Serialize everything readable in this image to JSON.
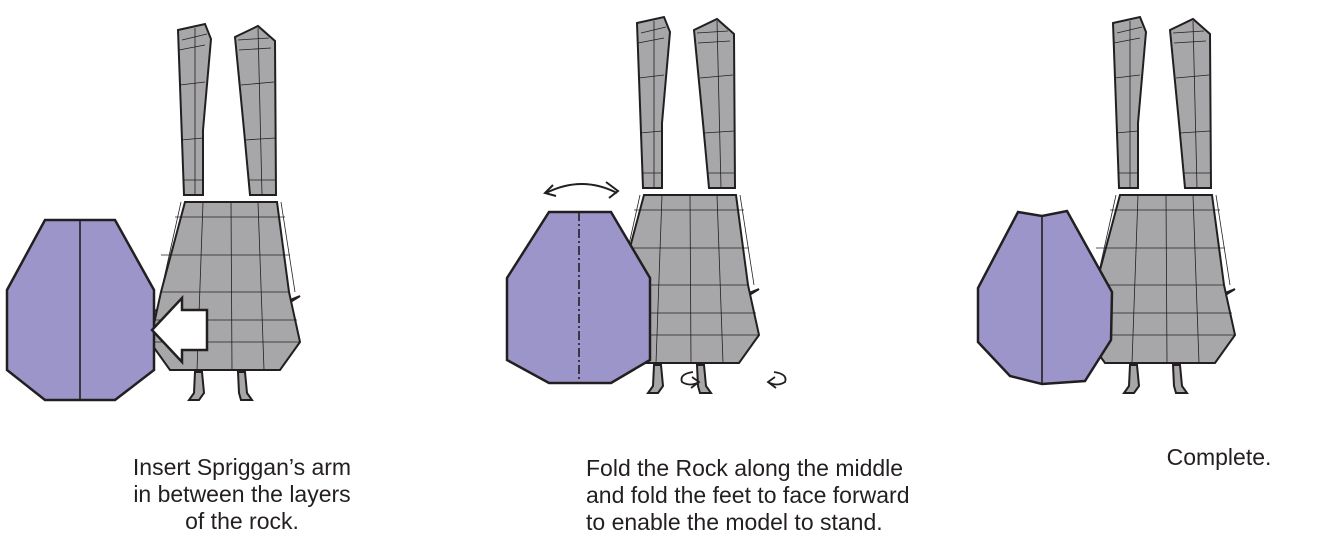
{
  "steps": [
    {
      "caption": [
        "Insert Spriggan’s arm",
        "in between the layers",
        "of the rock."
      ]
    },
    {
      "caption": [
        "Fold the Rock along the middle",
        "and fold the feet to face forward",
        "to enable the model to stand."
      ]
    },
    {
      "caption": [
        "Complete."
      ]
    }
  ],
  "colors": {
    "rock": "#9c95c9",
    "body": "#a7a6a8",
    "outline": "#231f20"
  },
  "icons": [
    "insert-arrow-icon",
    "rotate-arrows-icon",
    "foot-turn-icon"
  ]
}
